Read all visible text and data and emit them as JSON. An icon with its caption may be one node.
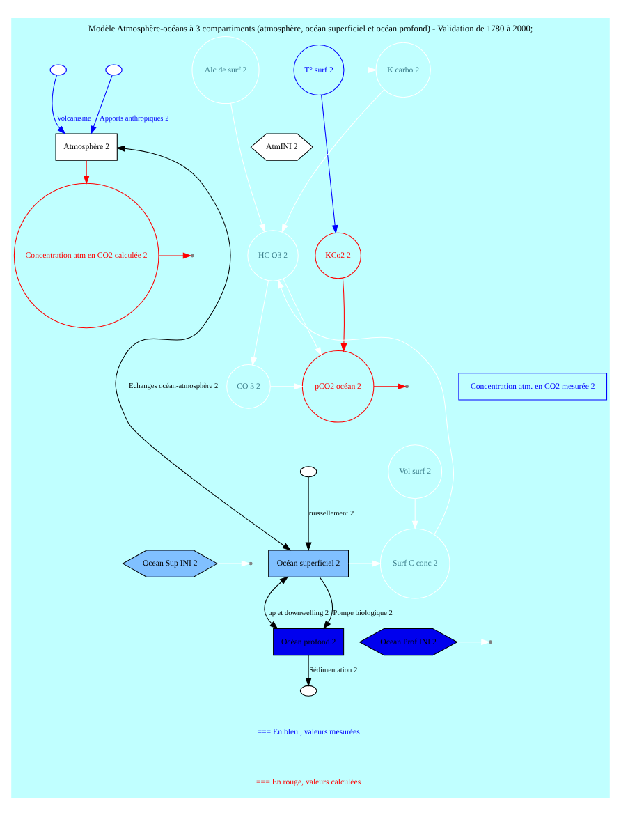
{
  "diagram": {
    "title": "Modèle Atmosphère-océans à 3 compartiments (atmosphère, océan superficiel et océan profond) - Validation de 1780 à 2000;",
    "nodes": [
      {
        "text": [
          "Atmosphère 2"
        ]
      },
      {
        "text": [
          "AtmINI 2"
        ]
      },
      {
        "text": [],
        "shape": "cloud"
      },
      {
        "text": [],
        "shape": "cloud"
      },
      {
        "text": [
          "T° surf 2"
        ]
      },
      {
        "text": [
          "KCo2 2"
        ]
      },
      {
        "text": [
          "pCO2 océan 2"
        ]
      },
      {
        "text": [
          "Concentration atm en CO2 calculée 2"
        ]
      },
      {
        "text": [
          "Concentration atm. en CO2 mesurée 2"
        ]
      },
      {
        "text": [
          "Océan superficiel 2"
        ]
      },
      {
        "text": [
          "Ocean Sup INI 2"
        ]
      },
      {
        "text": [
          "Océan profond 2"
        ]
      },
      {
        "text": [
          "Ocean Prof INI 2"
        ]
      },
      {
        "text": [],
        "shape": "cloud"
      },
      {
        "text": [],
        "shape": "cloud"
      },
      {
        "text": [
          "K carbo 2"
        ]
      },
      {
        "text": [
          "Alc de surf 2"
        ]
      },
      {
        "text": [
          "HC O3 2"
        ]
      },
      {
        "text": [
          "CO 3 2"
        ]
      },
      {
        "text": [
          "Vol surf 2"
        ]
      },
      {
        "text": [
          "Surf C conc 2"
        ]
      }
    ],
    "edges": [
      {
        "from": 2,
        "to": 0,
        "arrow": "to",
        "label": "Apports anthropiques 2",
        "color": "#0000ff"
      },
      {
        "from": 3,
        "to": 0,
        "arrow": "to",
        "label": "Volcanisme",
        "color": "#0000ff"
      },
      {
        "from": 9,
        "to": 0,
        "arrow": "both",
        "label": "Echanges océan-atmosphère 2",
        "color": "#000000"
      },
      {
        "from": 13,
        "to": 9,
        "arrow": "to",
        "label": "ruissellement 2",
        "color": "#000000"
      },
      {
        "from": 9,
        "to": 11,
        "arrow": "both",
        "label": "up et downwelling 2",
        "color": "#000000"
      },
      {
        "from": 9,
        "to": 11,
        "arrow": "to",
        "label": "Pompe biologique 2",
        "color": "#000000"
      },
      {
        "from": 11,
        "to": 14,
        "arrow": "to",
        "label": "Sédimentation 2",
        "color": "#000000"
      },
      {
        "from": 4,
        "to": 5,
        "arrow": "to",
        "color": "#0000ff"
      },
      {
        "from": 5,
        "to": 6,
        "arrow": "to",
        "color": "#ff0000"
      },
      {
        "from": 6,
        "to": null,
        "arrow": "to",
        "color": "#ff0000"
      },
      {
        "from": 0,
        "to": 7,
        "arrow": "to",
        "color": "#ff0000"
      },
      {
        "from": 7,
        "to": null,
        "arrow": "to",
        "color": "#ff0000"
      },
      {
        "from": 4,
        "to": 15,
        "arrow": "to",
        "color": "#ffffff"
      },
      {
        "from": 15,
        "to": 17,
        "arrow": "to",
        "color": "#ffffff"
      },
      {
        "from": 16,
        "to": 17,
        "arrow": "to",
        "color": "#ffffff"
      },
      {
        "from": 17,
        "to": 18,
        "arrow": "to",
        "color": "#ffffff"
      },
      {
        "from": 17,
        "to": 6,
        "arrow": "to",
        "color": "#ffffff"
      },
      {
        "from": 18,
        "to": 6,
        "arrow": "to",
        "color": "#ffffff"
      },
      {
        "from": 19,
        "to": 20,
        "arrow": "to",
        "color": "#ffffff"
      },
      {
        "from": 20,
        "to": 17,
        "arrow": "to",
        "color": "#ffffff"
      },
      {
        "from": 9,
        "to": 20,
        "arrow": "to",
        "color": "#ffffff"
      },
      {
        "from": 10,
        "to": null,
        "arrow": "to",
        "color": "#ffffff"
      },
      {
        "from": 12,
        "to": null,
        "arrow": "to",
        "color": "#ffffff"
      }
    ],
    "labels": [
      "=== En bleu , valeurs mesurées",
      "=== En rouge, valeurs calculées"
    ]
  }
}
